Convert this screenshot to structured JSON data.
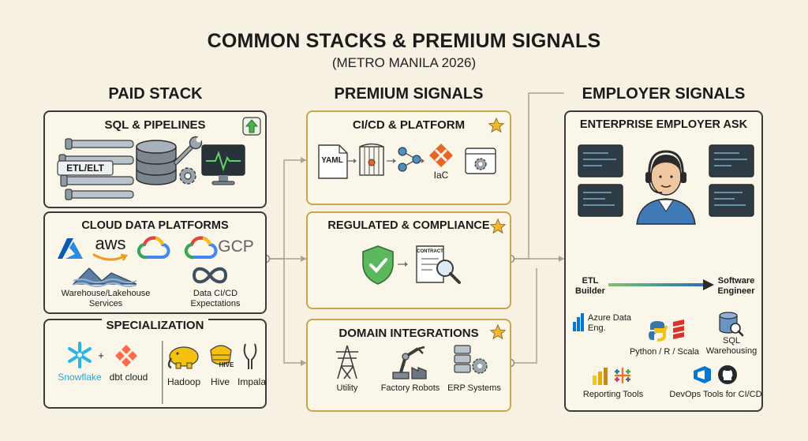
{
  "header": {
    "title": "COMMON STACKS & PREMIUM SIGNALS",
    "subtitle": "(METRO MANILA 2026)"
  },
  "columns": {
    "paid_stack": "PAID STACK",
    "premium_signals": "PREMIUM SIGNALS",
    "employer_signals": "EMPLOYER SIGNALS"
  },
  "paid_stack": {
    "sql": {
      "title": "SQL & PIPELINES",
      "etl_label": "ETL/ELT"
    },
    "cloud": {
      "title": "CLOUD DATA PLATFORMS",
      "aws": "aws",
      "gcp": "GCP",
      "warehouse": "Warehouse/Lakehouse Services",
      "cicd": "Data CI/CD Expectations"
    },
    "spec": {
      "title": "SPECIALIZATION",
      "snowflake": "Snowflake",
      "plus": "+",
      "dbt": "dbt cloud",
      "hadoop": "Hadoop",
      "hive": "Hive",
      "hive_logo": "HIVE",
      "impala": "Impala"
    }
  },
  "premium": {
    "cicd": {
      "title": "CI/CD & PLATFORM",
      "yaml": "YAML",
      "iac": "IaC"
    },
    "regulated": {
      "title": "REGULATED & COMPLIANCE",
      "contract": "CONTRACT"
    },
    "domain": {
      "title": "DOMAIN INTEGRATIONS",
      "utility": "Utility",
      "robots": "Factory Robots",
      "erp": "ERP Systems"
    }
  },
  "employer": {
    "title": "ENTERPRISE EMPLOYER ASK",
    "from": "ETL Builder",
    "to": "Software Engineer",
    "azure": "Azure Data Eng.",
    "langs": "Python / R / Scala",
    "sql": "SQL Warehousing",
    "reporting": "Reporting Tools",
    "devops": "DevOps Tools for CI/CD"
  },
  "colors": {
    "background": "#f6f1e3",
    "gold_border": "#c9a84c",
    "dark_border": "#3b3b3b",
    "accent_green": "#4caf50",
    "accent_orange": "#e8652a",
    "azure_blue": "#0078d4",
    "star_gold": "#f2b733"
  }
}
